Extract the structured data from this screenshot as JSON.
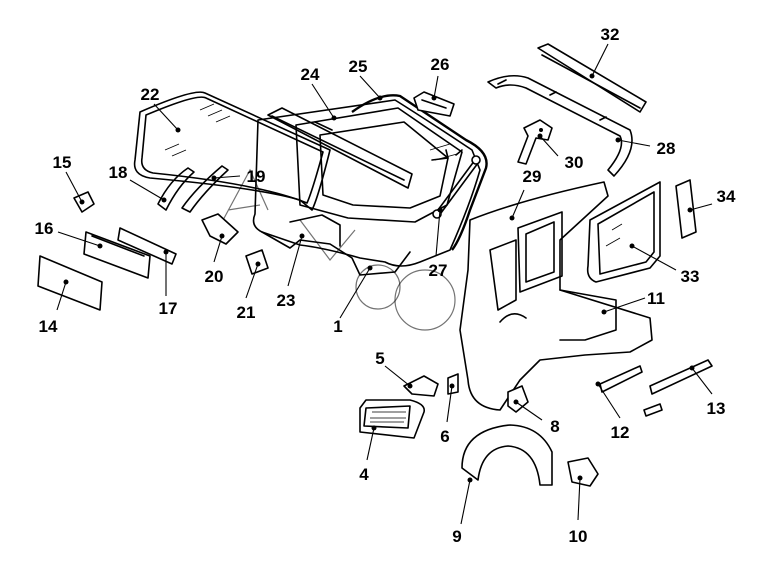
{
  "diagram": {
    "callouts": [
      {
        "id": "c1",
        "text": "1"
      },
      {
        "id": "c4",
        "text": "4"
      },
      {
        "id": "c5",
        "text": "5"
      },
      {
        "id": "c6",
        "text": "6"
      },
      {
        "id": "c8",
        "text": "8"
      },
      {
        "id": "c9",
        "text": "9"
      },
      {
        "id": "c10",
        "text": "10"
      },
      {
        "id": "c11",
        "text": "11"
      },
      {
        "id": "c12",
        "text": "12"
      },
      {
        "id": "c13",
        "text": "13"
      },
      {
        "id": "c14",
        "text": "14"
      },
      {
        "id": "c15",
        "text": "15"
      },
      {
        "id": "c16",
        "text": "16"
      },
      {
        "id": "c17",
        "text": "17"
      },
      {
        "id": "c18",
        "text": "18"
      },
      {
        "id": "c19",
        "text": "19"
      },
      {
        "id": "c20",
        "text": "20"
      },
      {
        "id": "c21",
        "text": "21"
      },
      {
        "id": "c22",
        "text": "22"
      },
      {
        "id": "c23",
        "text": "23"
      },
      {
        "id": "c24",
        "text": "24"
      },
      {
        "id": "c25",
        "text": "25"
      },
      {
        "id": "c26",
        "text": "26"
      },
      {
        "id": "c27",
        "text": "27"
      },
      {
        "id": "c28",
        "text": "28"
      },
      {
        "id": "c29",
        "text": "29"
      },
      {
        "id": "c30",
        "text": "30"
      },
      {
        "id": "c32",
        "text": "32"
      },
      {
        "id": "c33",
        "text": "33"
      },
      {
        "id": "c34",
        "text": "34"
      }
    ]
  }
}
